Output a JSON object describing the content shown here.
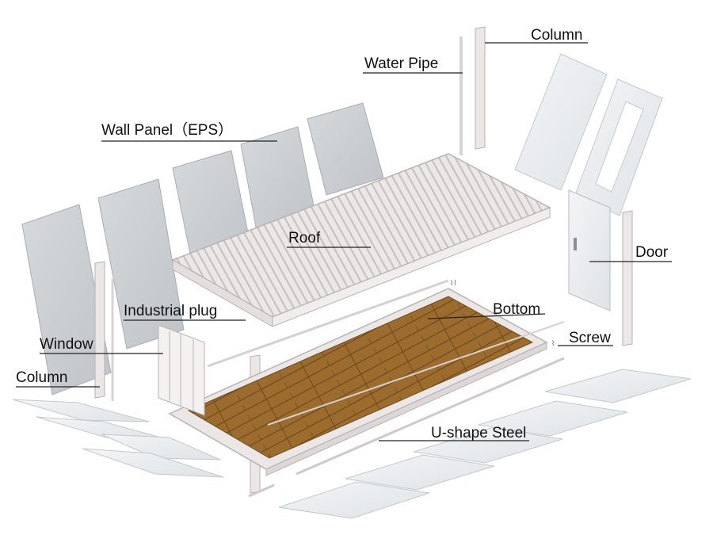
{
  "labels": {
    "column_top": "Column",
    "water_pipe": "Water Pipe",
    "wall_panel": "Wall Panel（EPS）",
    "roof": "Roof",
    "door": "Door",
    "industrial_plug": "Industrial plug",
    "bottom": "Bottom",
    "window": "Window",
    "screw": "Screw",
    "column_left": "Column",
    "u_shape_steel": "U-shape Steel"
  },
  "colors": {
    "panel": "#c9cdd0",
    "panel_edge": "#a9aeb2",
    "steel": "#ece7e7",
    "steel_edge": "#b9b2b2",
    "floor_wood": "#9a6a2c",
    "floor_wood_dark": "#6e4a1c",
    "floor_panel": "#e8ecee"
  }
}
